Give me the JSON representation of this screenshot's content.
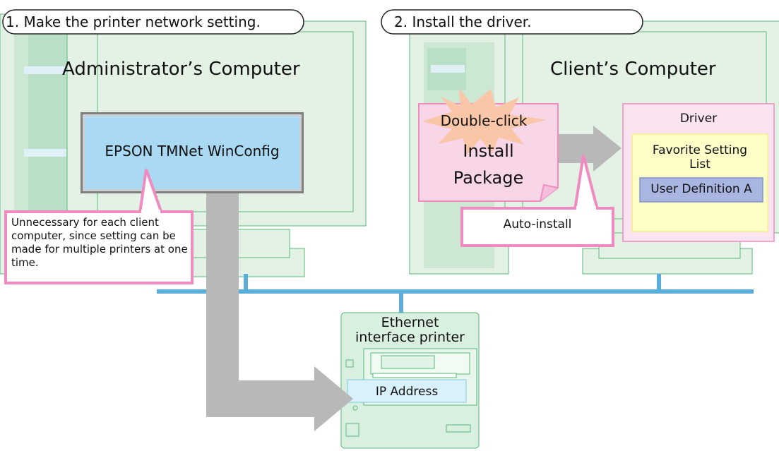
{
  "steps": {
    "step1": "1. Make the printer network setting.",
    "step2": "2. Install the driver."
  },
  "admin": {
    "title": "Administrator’s Computer",
    "app_name": "EPSON TMNet WinConfig",
    "note": "Unnecessary for each client computer, since setting can be made for multiple printers at one time."
  },
  "client": {
    "title": "Client’s Computer",
    "burst": "Double-click",
    "package_line1": "Install",
    "package_line2": "Package",
    "auto_install": "Auto-install",
    "driver_title": "Driver",
    "favorite_line1": "Favorite Setting",
    "favorite_line2": "List",
    "user_definition": "User Definition A"
  },
  "printer": {
    "title_line1": "Ethernet",
    "title_line2": "interface printer",
    "ip_address": "IP Address"
  },
  "colors": {
    "computer_fill": "#e3f2e5",
    "computer_stroke": "#58b97a",
    "network": "#5aaed9",
    "arrow": "#b8b8b8",
    "app_fill": "#a9d9f3",
    "pink": "#ef8bc0",
    "pink_fill": "#f8d6e8",
    "driver_fill": "#fbe3f1",
    "yellow_fill": "#fdfdc8",
    "blue_box": "#a9b6e2",
    "ip_fill": "#d8f1fb"
  }
}
